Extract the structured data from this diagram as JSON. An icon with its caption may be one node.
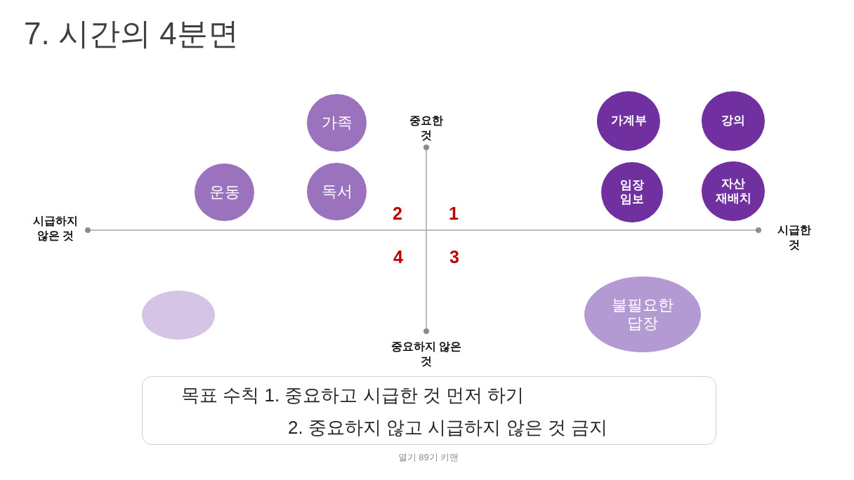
{
  "diagram": {
    "title": "7. 시간의 4분면",
    "caption": "열기 89기 키맨",
    "nodes": [
      {
        "text": [
          "가족"
        ]
      },
      {
        "text": [
          "가계부"
        ]
      },
      {
        "text": [
          "강의"
        ]
      },
      {
        "text": [
          "운동"
        ]
      },
      {
        "text": [
          "독서"
        ]
      },
      {
        "text": [
          "임장 임보"
        ]
      },
      {
        "text": [
          "자산 재배치"
        ]
      },
      {
        "text": [],
        "shape": "circle"
      },
      {
        "text": [
          "불필요한 답장"
        ]
      },
      {
        "text": [
          "목표 수칙 1. 중요하고 시급한 것 먼저 하기",
          "2. 중요하지 않고 시급하지 않은 것 금지"
        ]
      }
    ],
    "labels": [
      "중요한 것",
      "2",
      "1",
      "시급하지 않은 것",
      "시급한 것",
      "4",
      "3",
      "중요하지 않은 것"
    ]
  }
}
